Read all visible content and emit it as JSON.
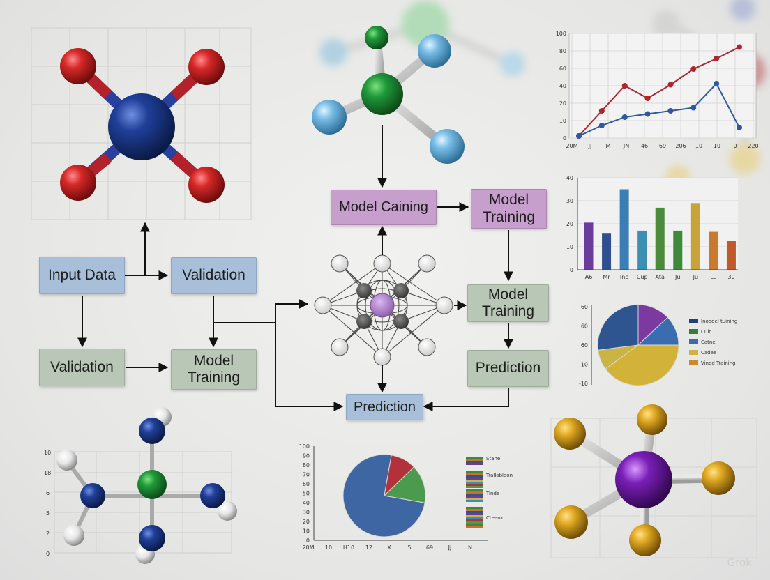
{
  "flow": {
    "input_data": "Input Data",
    "validation_top": "Validation",
    "validation_left": "Validation",
    "model_training_left": "Model Training",
    "model_caining": "Model Caining",
    "model_training_top": "Model Training",
    "model_training_mid": "Model Training",
    "prediction_right": "Prediction",
    "prediction_center": "Prediction"
  },
  "colors": {
    "node_blue": "#a7bfd8",
    "node_green": "#b9c7b6",
    "node_purple": "#c79fcc",
    "arrow": "#111111"
  },
  "watermark": "Grok",
  "chart_data": [
    {
      "type": "line",
      "x_tick_labels": [
        "20M",
        "JJ",
        "M",
        "JN",
        "46",
        "69",
        "206",
        "10",
        "10",
        "0",
        "220"
      ],
      "y_tick_labels": [
        "0",
        "10",
        "20",
        "40",
        "60",
        "80",
        "100"
      ],
      "ylim": [
        0,
        100
      ],
      "grid": true,
      "series": [
        {
          "color": "#b3232b",
          "values": [
            2,
            26,
            50,
            38,
            51,
            66,
            76,
            87
          ]
        },
        {
          "color": "#2e58a0",
          "values": [
            2,
            12,
            20,
            23,
            26,
            29,
            52,
            10
          ]
        }
      ]
    },
    {
      "type": "bar",
      "categories": [
        "A6",
        "Mr",
        "Inp",
        "Cup",
        "Ata",
        "Ju",
        "Ju",
        "Lu",
        "30"
      ],
      "values": [
        20.5,
        16,
        35,
        17,
        27,
        17,
        29,
        16.5,
        12.5
      ],
      "colors": [
        "#6a3d9a",
        "#2f4f8f",
        "#3b7db5",
        "#3b8fb5",
        "#4c8a3c",
        "#3e8a3a",
        "#c8a33a",
        "#c97a2e",
        "#c05a2a"
      ],
      "y_tick_labels": [
        "0",
        "10",
        "20",
        "30",
        "40"
      ],
      "ylim": [
        0,
        40
      ],
      "grid": true
    },
    {
      "type": "pie",
      "y_tick_labels": [
        "60",
        "60",
        "60",
        "-10",
        "-10"
      ],
      "slices": [
        {
          "color": "#7c3aa0",
          "value": 0.13
        },
        {
          "color": "#3a6cb0",
          "value": 0.12
        },
        {
          "color": "#d3b23a",
          "value": 0.4
        },
        {
          "color": "#c9b444",
          "value": 0.08
        },
        {
          "color": "#2f5591",
          "value": 0.27
        }
      ],
      "legend": [
        "Inoodel tuining",
        "Cuit",
        "Catne",
        "Cadee",
        "Vined Training"
      ],
      "legend_colors": [
        "#2a3c7a",
        "#3e7a3a",
        "#3a6cb0",
        "#d3b23a",
        "#c98a2e"
      ]
    },
    {
      "type": "pie",
      "x_tick_labels": [
        "20M",
        "10",
        "H10",
        "12",
        "X",
        "5",
        "69",
        "JJ",
        "N"
      ],
      "y_tick_labels": [
        "0",
        "10",
        "20",
        "30",
        "40",
        "50",
        "60",
        "70",
        "80",
        "90",
        "100"
      ],
      "slices": [
        {
          "color": "#3e66a3",
          "value": 0.75
        },
        {
          "color": "#b3313a",
          "value": 0.1
        },
        {
          "color": "#4c9a4e",
          "value": 0.15
        }
      ],
      "legend": [
        "Stane",
        "Trallobleon",
        "Tinde",
        "Cteank"
      ]
    },
    {
      "type": "scatter",
      "y_tick_labels": [
        "0",
        "2",
        "5",
        "6",
        "18",
        "10"
      ],
      "grid": true
    }
  ]
}
